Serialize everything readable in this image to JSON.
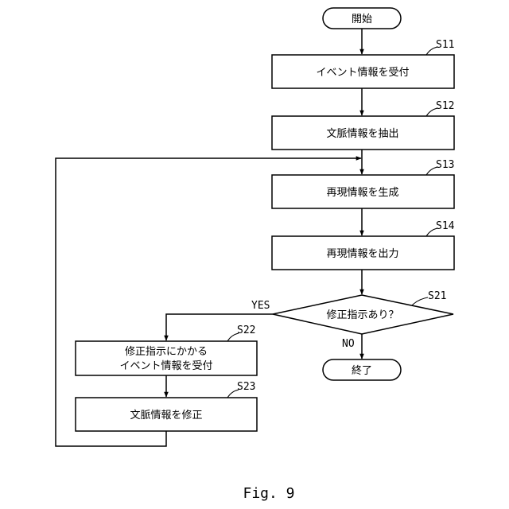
{
  "flowchart": {
    "start": {
      "label": "開始"
    },
    "s11": {
      "step": "S11",
      "label": "イベント情報を受付"
    },
    "s12": {
      "step": "S12",
      "label": "文脈情報を抽出"
    },
    "s13": {
      "step": "S13",
      "label": "再現情報を生成"
    },
    "s14": {
      "step": "S14",
      "label": "再現情報を出力"
    },
    "s21": {
      "step": "S21",
      "label": "修正指示あり？",
      "yes_label": "YES",
      "no_label": "NO"
    },
    "end": {
      "label": "終了"
    },
    "s22": {
      "step": "S22",
      "label_line1": "修正指示にかかる",
      "label_line2": "イベント情報を受付"
    },
    "s23": {
      "step": "S23",
      "label": "文脈情報を修正"
    }
  },
  "caption": "Fig. 9"
}
